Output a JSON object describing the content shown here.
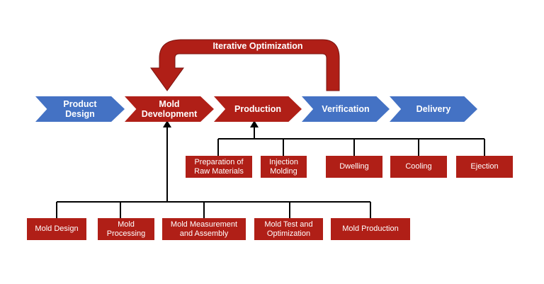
{
  "loop": {
    "label": "Iterative Optimization"
  },
  "stages": [
    {
      "label": "Product\nDesign",
      "color": "#4472c4"
    },
    {
      "label": "Mold\nDevelopment",
      "color": "#b01f17"
    },
    {
      "label": "Production",
      "color": "#b01f17"
    },
    {
      "label": "Verification",
      "color": "#4472c4"
    },
    {
      "label": "Delivery",
      "color": "#4472c4"
    }
  ],
  "production_steps": [
    "Preparation of\nRaw Materials",
    "Injection\nMolding",
    "Dwelling",
    "Cooling",
    "Ejection"
  ],
  "mold_steps": [
    "Mold Design",
    "Mold\nProcessing",
    "Mold Measurement\nand Assembly",
    "Mold Test and\nOptimization",
    "Mold Production"
  ],
  "colors": {
    "blue": "#4472c4",
    "red": "#b01f17",
    "line": "#000000"
  }
}
